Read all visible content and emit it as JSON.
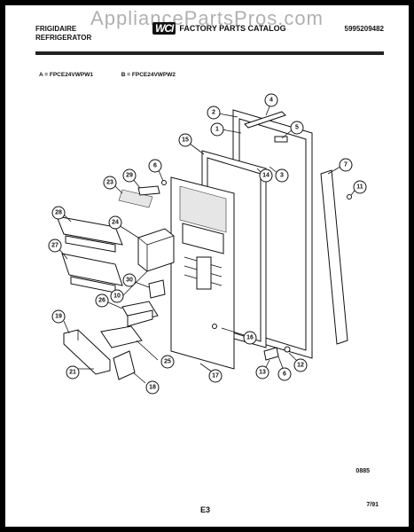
{
  "watermark": "AppliancePartsPros.com",
  "header": {
    "brand_line1": "FRIGIDAIRE",
    "brand_line2": "REFRIGERATOR",
    "logo": "WCI",
    "catalog_title": "FACTORY PARTS CATALOG",
    "catalog_number": "5995209482"
  },
  "models": {
    "a": "A = FPCE24VWPW1",
    "b": "B = FPCE24VWPW2"
  },
  "callouts": [
    "2",
    "1",
    "4",
    "5",
    "15",
    "14",
    "3",
    "6",
    "29",
    "23",
    "7",
    "11",
    "28",
    "24",
    "27",
    "30",
    "10",
    "26",
    "19",
    "21",
    "25",
    "18",
    "17",
    "16",
    "13",
    "6",
    "12"
  ],
  "footer": {
    "code": "0885",
    "page": "E3",
    "date": "7/91"
  }
}
